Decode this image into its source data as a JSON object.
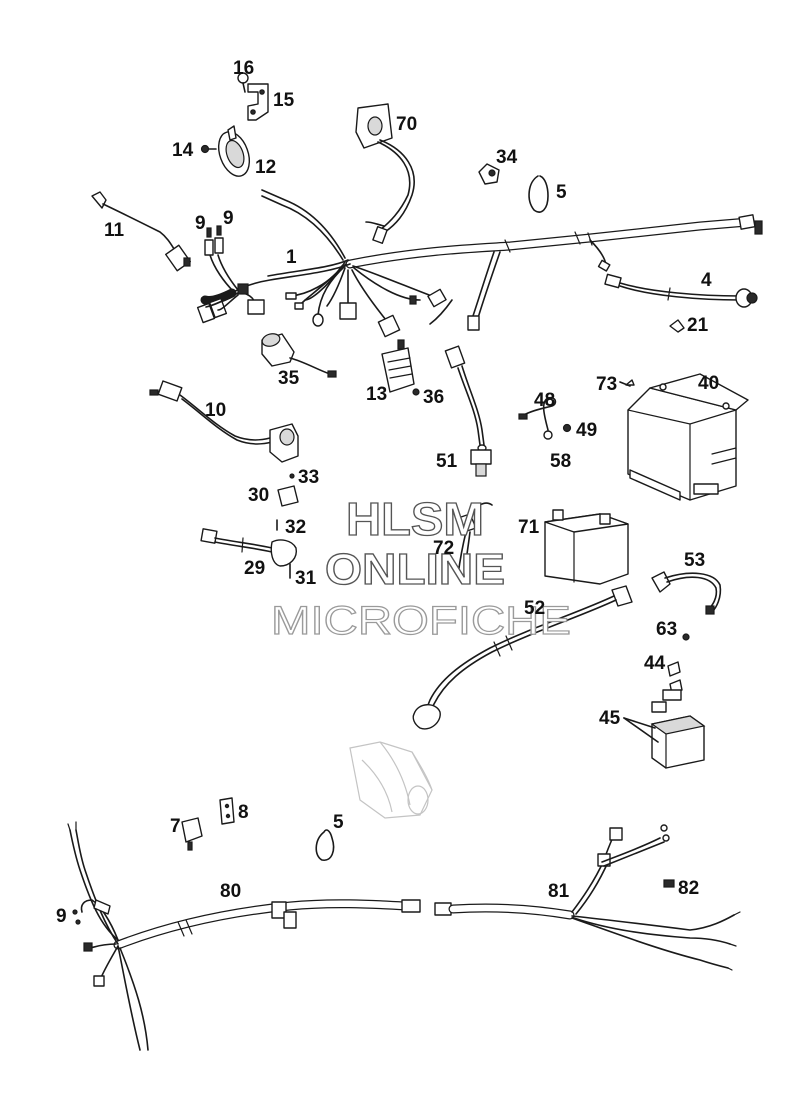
{
  "watermark": {
    "line1": "HLSM",
    "line2": "ONLINE",
    "line3": "MICROFICHE"
  },
  "callouts": {
    "c16": "16",
    "c15": "15",
    "c70": "70",
    "c14": "14",
    "c12": "12",
    "c34": "34",
    "c5a": "5",
    "c11": "11",
    "c9a": "9",
    "c9b": "9",
    "c1": "1",
    "c4": "4",
    "c21": "21",
    "c35": "35",
    "c13": "13",
    "c36": "36",
    "c73": "73",
    "c40": "40",
    "c10": "10",
    "c48": "48",
    "c49": "49",
    "c58": "58",
    "c51": "51",
    "c33": "33",
    "c30": "30",
    "c32": "32",
    "c71": "71",
    "c72": "72",
    "c29": "29",
    "c31": "31",
    "c53": "53",
    "c52": "52",
    "c63": "63",
    "c44": "44",
    "c45": "45",
    "c8": "8",
    "c7": "7",
    "c5b": "5",
    "c80": "80",
    "c81": "81",
    "c82": "82",
    "c9c": "9"
  }
}
